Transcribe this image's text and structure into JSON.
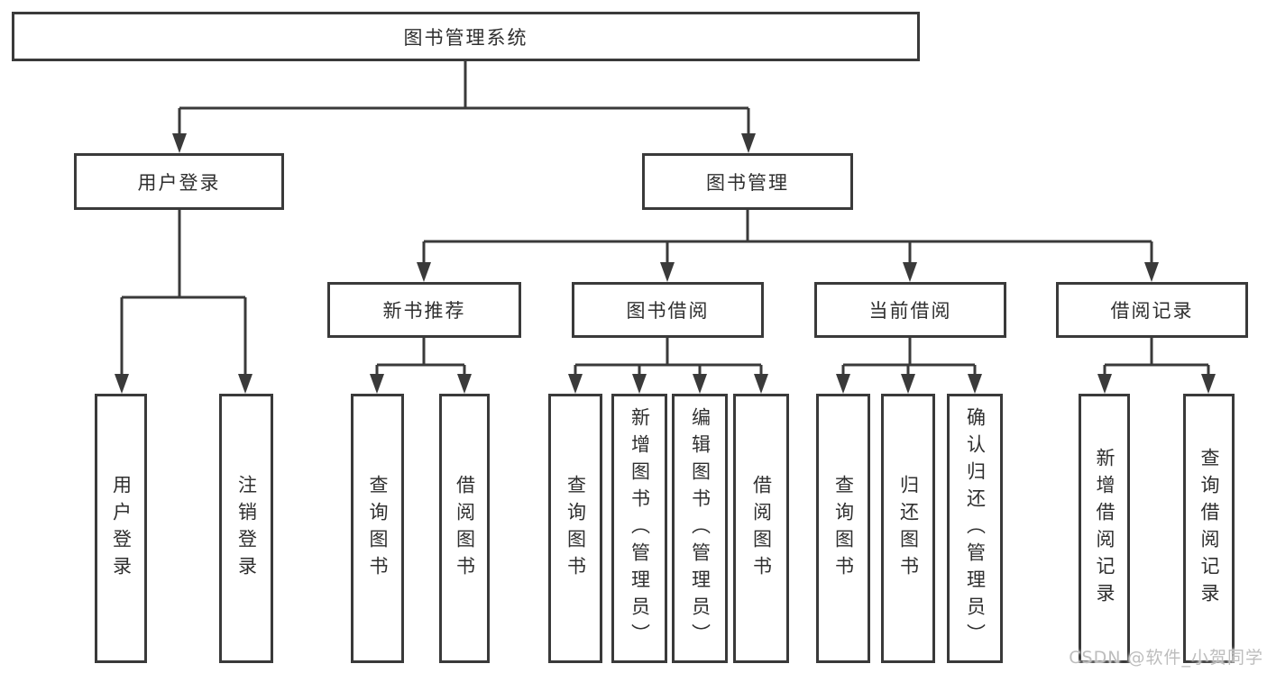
{
  "diagram": {
    "root": {
      "label": "图书管理系统"
    },
    "branches": [
      {
        "label": "用户登录",
        "children": [
          "用户登录",
          "注销登录"
        ]
      },
      {
        "label": "图书管理",
        "groups": [
          {
            "label": "新书推荐",
            "children": [
              "查询图书",
              "借阅图书"
            ]
          },
          {
            "label": "图书借阅",
            "children": [
              "查询图书",
              "新增图书（管理员）",
              "编辑图书（管理员）",
              "借阅图书"
            ]
          },
          {
            "label": "当前借阅",
            "children": [
              "查询图书",
              "归还图书",
              "确认归还（管理员）"
            ]
          },
          {
            "label": "借阅记录",
            "children": [
              "新增借阅记录",
              "查询借阅记录"
            ]
          }
        ]
      }
    ],
    "watermark": "CSDN @软件_小贺同学",
    "colors": {
      "line": "#3a3a3a",
      "text": "#2f2f2f",
      "watermark": "#bdbdbd",
      "background": "#ffffff"
    }
  }
}
